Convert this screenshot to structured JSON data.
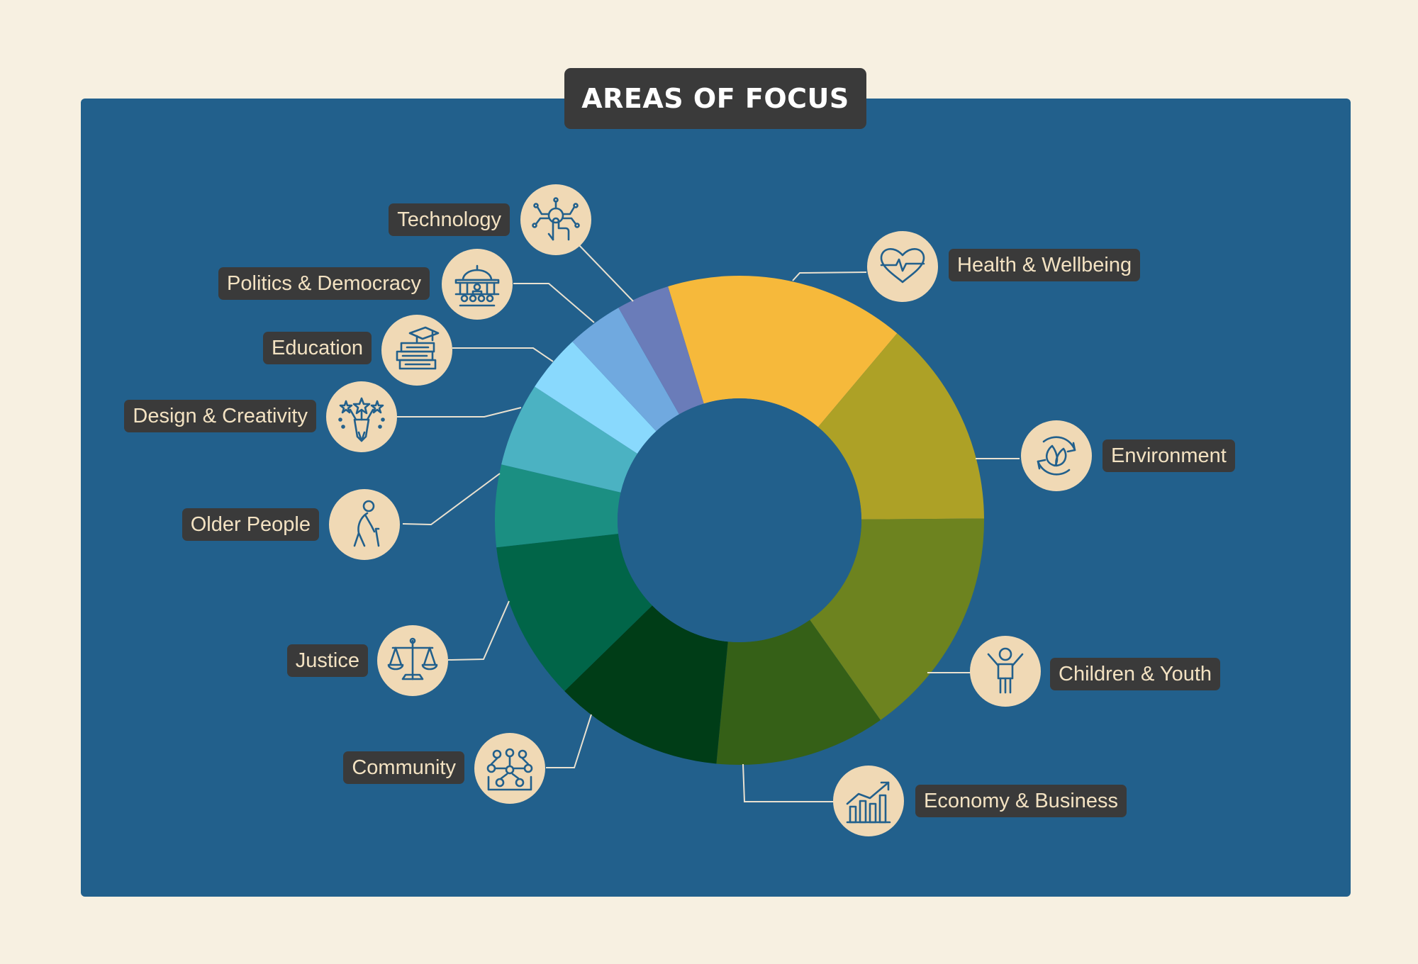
{
  "title": "AREAS OF FOCUS",
  "colors": {
    "background": "#f7f0e1",
    "panel": "#22608c",
    "label_bg": "#3a3a3a",
    "label_text": "#f3e2c2",
    "icon_circle": "#f0d9b5",
    "icon_stroke": "#22608c",
    "leader_line": "#e9e1d0"
  },
  "chart_data": {
    "type": "pie",
    "donut": true,
    "legend": "none",
    "slices": [
      {
        "label": "Health & Wellbeing",
        "value": 14.9,
        "color": "#f6b93b",
        "icon": "heart-pulse-icon"
      },
      {
        "label": "Environment",
        "value": 12.9,
        "color": "#ada126",
        "icon": "leaf-cycle-icon"
      },
      {
        "label": "Children & Youth",
        "value": 14.4,
        "color": "#6d831f",
        "icon": "child-icon"
      },
      {
        "label": "Economy & Business",
        "value": 10.6,
        "color": "#356017",
        "icon": "growth-chart-icon"
      },
      {
        "label": "Community",
        "value": 10.5,
        "color": "#003d17",
        "icon": "community-icon"
      },
      {
        "label": "Justice",
        "value": 9.9,
        "color": "#016548",
        "icon": "scales-icon"
      },
      {
        "label": "Older People",
        "value": 5.1,
        "color": "#1b8f82",
        "icon": "older-person-icon"
      },
      {
        "label": "Design & Creativity",
        "value": 5.2,
        "color": "#4bb2c2",
        "icon": "creativity-icon"
      },
      {
        "label": "Education",
        "value": 3.6,
        "color": "#89d9fd",
        "icon": "books-icon"
      },
      {
        "label": "Politics & Democracy",
        "value": 3.5,
        "color": "#70a9df",
        "icon": "parliament-icon"
      },
      {
        "label": "Technology",
        "value": 3.3,
        "color": "#6a7cb9",
        "icon": "tech-touch-icon"
      }
    ]
  }
}
